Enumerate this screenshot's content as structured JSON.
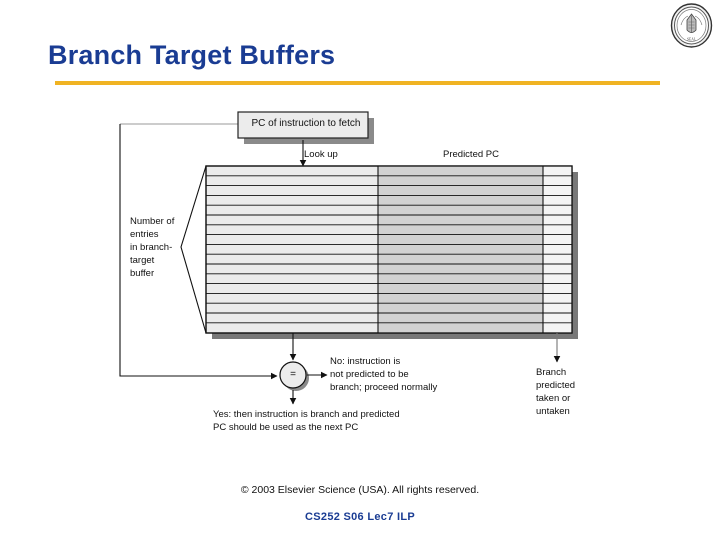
{
  "slide": {
    "title": "Branch Target Buffers",
    "accent_color": "#f0b323",
    "title_color": "#1a3c93",
    "footer": "CS252 S06 Lec7 ILP",
    "copyright": "© 2003 Elsevier Science (USA). All rights reserved.",
    "logo_name": "university-seal-logo"
  },
  "figure": {
    "name": "branch-target-buffer-diagram",
    "pc_box_label": "PC of instruction to fetch",
    "lookup_label": "Look up",
    "predicted_pc_label": "Predicted PC",
    "entries_label": "Number of\nentries\nin branch-\ntarget\nbuffer",
    "comparator_symbol": "=",
    "no_branch_label": "No:  instruction is\nnot predicted to be\nbranch; proceed normally",
    "yes_branch_label": "Yes:  then instruction is branch and predicted\nPC should be used as the next PC",
    "branch_prediction_label": "Branch\npredicted\ntaken or\nuntaken",
    "table": {
      "rows": 17,
      "columns": [
        "lookup-pc-column",
        "predicted-pc-column",
        "flag-column"
      ],
      "col_fills": [
        "#ebebeb",
        "#d2d2d2",
        "#f4f4f4"
      ]
    }
  }
}
